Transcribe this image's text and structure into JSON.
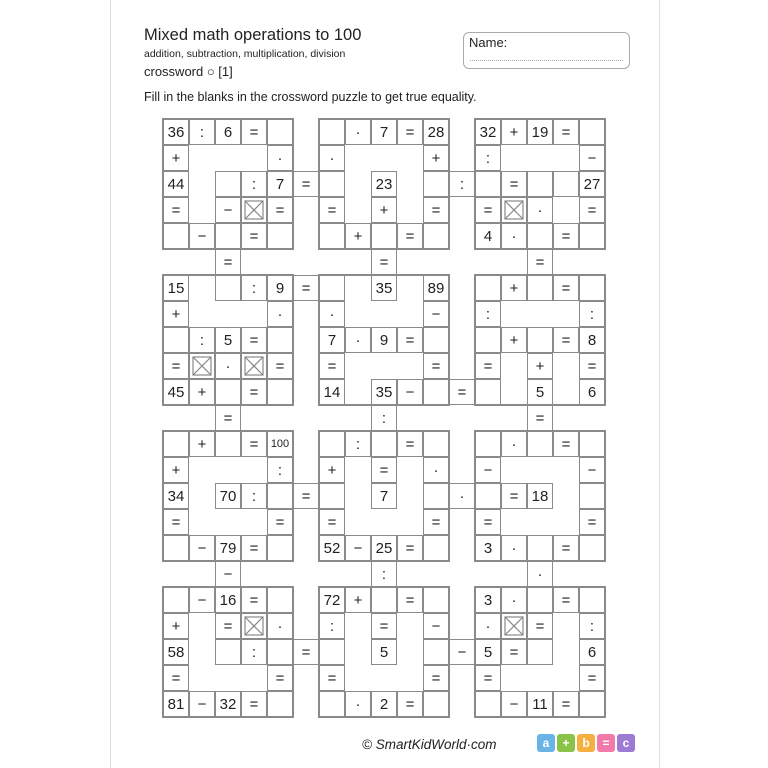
{
  "header": {
    "title": "Mixed math operations to 100",
    "subtitle": "addition, subtraction, multiplication, division",
    "crossword": "crossword ○ [1]",
    "name_label": "Name:",
    "instruction": "Fill in the blanks in the crossword puzzle to get true equality."
  },
  "footer": {
    "copyright": "© SmartKidWorld·com",
    "brand_tiles": [
      {
        "text": "a",
        "color": "#69b3e7"
      },
      {
        "text": "+",
        "color": "#8bc34a"
      },
      {
        "text": "b",
        "color": "#f5b041"
      },
      {
        "text": "=",
        "color": "#f17aa8"
      },
      {
        "text": "c",
        "color": "#9b7bd4"
      }
    ]
  },
  "grid": {
    "cells": [
      [
        0,
        0,
        "36"
      ],
      [
        0,
        1,
        ":"
      ],
      [
        0,
        2,
        "6"
      ],
      [
        0,
        3,
        "="
      ],
      [
        0,
        4,
        ""
      ],
      [
        1,
        0,
        "+"
      ],
      [
        1,
        4,
        "·"
      ],
      [
        2,
        0,
        "44"
      ],
      [
        2,
        2,
        ""
      ],
      [
        2,
        3,
        ":"
      ],
      [
        2,
        4,
        "7"
      ],
      [
        2,
        5,
        "="
      ],
      [
        2,
        6,
        ""
      ],
      [
        3,
        0,
        "="
      ],
      [
        3,
        2,
        "−"
      ],
      [
        3,
        3,
        "X"
      ],
      [
        3,
        4,
        "="
      ],
      [
        4,
        0,
        ""
      ],
      [
        4,
        1,
        "−"
      ],
      [
        4,
        2,
        ""
      ],
      [
        4,
        3,
        "="
      ],
      [
        4,
        4,
        ""
      ],
      [
        5,
        2,
        "="
      ],
      [
        6,
        0,
        "15"
      ],
      [
        6,
        2,
        ""
      ],
      [
        6,
        3,
        ":"
      ],
      [
        6,
        4,
        "9"
      ],
      [
        6,
        5,
        "="
      ],
      [
        6,
        6,
        ""
      ],
      [
        7,
        0,
        "+"
      ],
      [
        7,
        4,
        "·"
      ],
      [
        8,
        0,
        ""
      ],
      [
        8,
        1,
        ":"
      ],
      [
        8,
        2,
        "5"
      ],
      [
        8,
        3,
        "="
      ],
      [
        8,
        4,
        ""
      ],
      [
        9,
        0,
        "="
      ],
      [
        9,
        1,
        "X"
      ],
      [
        9,
        2,
        "·"
      ],
      [
        9,
        3,
        "X"
      ],
      [
        9,
        4,
        "="
      ],
      [
        10,
        0,
        "45"
      ],
      [
        10,
        1,
        "+"
      ],
      [
        10,
        2,
        ""
      ],
      [
        10,
        3,
        "="
      ],
      [
        10,
        4,
        ""
      ],
      [
        11,
        2,
        "="
      ],
      [
        12,
        0,
        ""
      ],
      [
        12,
        1,
        "+"
      ],
      [
        12,
        2,
        ""
      ],
      [
        12,
        3,
        "="
      ],
      [
        12,
        4,
        "100"
      ],
      [
        13,
        0,
        "+"
      ],
      [
        13,
        4,
        ":"
      ],
      [
        14,
        0,
        "34"
      ],
      [
        14,
        2,
        "70"
      ],
      [
        14,
        3,
        ":"
      ],
      [
        14,
        4,
        ""
      ],
      [
        14,
        5,
        "="
      ],
      [
        14,
        6,
        ""
      ],
      [
        15,
        0,
        "="
      ],
      [
        15,
        4,
        "="
      ],
      [
        16,
        0,
        ""
      ],
      [
        16,
        1,
        "−"
      ],
      [
        16,
        2,
        "79"
      ],
      [
        16,
        3,
        "="
      ],
      [
        16,
        4,
        ""
      ],
      [
        17,
        2,
        "−"
      ],
      [
        18,
        0,
        ""
      ],
      [
        18,
        1,
        "−"
      ],
      [
        18,
        2,
        "16"
      ],
      [
        18,
        3,
        "="
      ],
      [
        18,
        4,
        ""
      ],
      [
        19,
        0,
        "+"
      ],
      [
        19,
        2,
        "="
      ],
      [
        19,
        3,
        "X"
      ],
      [
        19,
        4,
        "·"
      ],
      [
        20,
        0,
        "58"
      ],
      [
        20,
        2,
        ""
      ],
      [
        20,
        3,
        ":"
      ],
      [
        20,
        4,
        ""
      ],
      [
        20,
        5,
        "="
      ],
      [
        20,
        6,
        ""
      ],
      [
        21,
        0,
        "="
      ],
      [
        21,
        4,
        "="
      ],
      [
        22,
        0,
        "81"
      ],
      [
        22,
        1,
        "−"
      ],
      [
        22,
        2,
        "32"
      ],
      [
        22,
        3,
        "="
      ],
      [
        22,
        4,
        ""
      ],
      [
        0,
        6,
        ""
      ],
      [
        0,
        7,
        "·"
      ],
      [
        0,
        8,
        "7"
      ],
      [
        0,
        9,
        "="
      ],
      [
        0,
        10,
        "28"
      ],
      [
        1,
        6,
        "·"
      ],
      [
        1,
        10,
        "+"
      ],
      [
        2,
        8,
        "23"
      ],
      [
        2,
        10,
        ""
      ],
      [
        2,
        11,
        ":"
      ],
      [
        2,
        12,
        ""
      ],
      [
        3,
        6,
        "="
      ],
      [
        3,
        8,
        "+"
      ],
      [
        3,
        10,
        "="
      ],
      [
        4,
        6,
        ""
      ],
      [
        4,
        7,
        "+"
      ],
      [
        4,
        8,
        ""
      ],
      [
        4,
        9,
        "="
      ],
      [
        4,
        10,
        ""
      ],
      [
        5,
        8,
        "="
      ],
      [
        6,
        8,
        "35"
      ],
      [
        6,
        10,
        "89"
      ],
      [
        7,
        6,
        "·"
      ],
      [
        7,
        10,
        "−"
      ],
      [
        8,
        6,
        "7"
      ],
      [
        8,
        7,
        "·"
      ],
      [
        8,
        8,
        "9"
      ],
      [
        8,
        9,
        "="
      ],
      [
        8,
        10,
        ""
      ],
      [
        9,
        6,
        "="
      ],
      [
        9,
        10,
        "="
      ],
      [
        10,
        6,
        "14"
      ],
      [
        10,
        8,
        "35"
      ],
      [
        10,
        9,
        "−"
      ],
      [
        10,
        10,
        ""
      ],
      [
        10,
        11,
        "="
      ],
      [
        10,
        12,
        ""
      ],
      [
        11,
        8,
        ":"
      ],
      [
        12,
        6,
        ""
      ],
      [
        12,
        7,
        ":"
      ],
      [
        12,
        8,
        ""
      ],
      [
        12,
        9,
        "="
      ],
      [
        12,
        10,
        ""
      ],
      [
        13,
        6,
        "+"
      ],
      [
        13,
        8,
        "="
      ],
      [
        13,
        10,
        "·"
      ],
      [
        14,
        8,
        "7"
      ],
      [
        14,
        10,
        ""
      ],
      [
        14,
        11,
        "·"
      ],
      [
        14,
        12,
        ""
      ],
      [
        15,
        6,
        "="
      ],
      [
        15,
        10,
        "="
      ],
      [
        16,
        6,
        "52"
      ],
      [
        16,
        7,
        "−"
      ],
      [
        16,
        8,
        "25"
      ],
      [
        16,
        9,
        "="
      ],
      [
        16,
        10,
        ""
      ],
      [
        17,
        8,
        ":"
      ],
      [
        18,
        6,
        "72"
      ],
      [
        18,
        7,
        "+"
      ],
      [
        18,
        8,
        ""
      ],
      [
        18,
        9,
        "="
      ],
      [
        18,
        10,
        ""
      ],
      [
        19,
        6,
        ":"
      ],
      [
        19,
        8,
        "="
      ],
      [
        19,
        10,
        "−"
      ],
      [
        20,
        8,
        "5"
      ],
      [
        20,
        10,
        ""
      ],
      [
        20,
        11,
        "−"
      ],
      [
        20,
        12,
        "5"
      ],
      [
        21,
        6,
        "="
      ],
      [
        21,
        10,
        "="
      ],
      [
        22,
        6,
        ""
      ],
      [
        22,
        7,
        "·"
      ],
      [
        22,
        8,
        "2"
      ],
      [
        22,
        9,
        "="
      ],
      [
        22,
        10,
        ""
      ],
      [
        0,
        12,
        "32"
      ],
      [
        0,
        13,
        "+"
      ],
      [
        0,
        14,
        "19"
      ],
      [
        0,
        15,
        "="
      ],
      [
        0,
        16,
        ""
      ],
      [
        1,
        12,
        ":"
      ],
      [
        1,
        16,
        "−"
      ],
      [
        2,
        13,
        "="
      ],
      [
        2,
        14,
        ""
      ],
      [
        2,
        15,
        ""
      ],
      [
        2,
        16,
        "27"
      ],
      [
        3,
        12,
        "="
      ],
      [
        3,
        13,
        "X"
      ],
      [
        3,
        14,
        "·"
      ],
      [
        3,
        16,
        "="
      ],
      [
        4,
        12,
        "4"
      ],
      [
        4,
        13,
        "·"
      ],
      [
        4,
        14,
        ""
      ],
      [
        4,
        15,
        "="
      ],
      [
        4,
        16,
        ""
      ],
      [
        5,
        14,
        "="
      ],
      [
        6,
        12,
        ""
      ],
      [
        6,
        13,
        "+"
      ],
      [
        6,
        14,
        ""
      ],
      [
        6,
        15,
        "="
      ],
      [
        6,
        16,
        ""
      ],
      [
        7,
        12,
        ":"
      ],
      [
        7,
        16,
        ":"
      ],
      [
        8,
        12,
        ""
      ],
      [
        8,
        13,
        "+"
      ],
      [
        8,
        14,
        ""
      ],
      [
        8,
        15,
        "="
      ],
      [
        8,
        16,
        "8"
      ],
      [
        9,
        12,
        "="
      ],
      [
        9,
        14,
        "+"
      ],
      [
        9,
        16,
        "="
      ],
      [
        10,
        12,
        ""
      ],
      [
        10,
        14,
        "5"
      ],
      [
        10,
        16,
        "6"
      ],
      [
        11,
        14,
        "="
      ],
      [
        12,
        12,
        ""
      ],
      [
        12,
        13,
        "·"
      ],
      [
        12,
        14,
        ""
      ],
      [
        12,
        15,
        "="
      ],
      [
        12,
        16,
        ""
      ],
      [
        13,
        12,
        "−"
      ],
      [
        13,
        16,
        "−"
      ],
      [
        14,
        13,
        "="
      ],
      [
        14,
        14,
        "18"
      ],
      [
        14,
        16,
        ""
      ],
      [
        15,
        12,
        "="
      ],
      [
        15,
        16,
        "="
      ],
      [
        16,
        12,
        "3"
      ],
      [
        16,
        13,
        "·"
      ],
      [
        16,
        14,
        ""
      ],
      [
        16,
        15,
        "="
      ],
      [
        16,
        16,
        ""
      ],
      [
        17,
        14,
        "·"
      ],
      [
        18,
        12,
        "3"
      ],
      [
        18,
        13,
        "·"
      ],
      [
        18,
        14,
        ""
      ],
      [
        18,
        15,
        "="
      ],
      [
        18,
        16,
        ""
      ],
      [
        19,
        12,
        "·"
      ],
      [
        19,
        13,
        "X"
      ],
      [
        19,
        14,
        "="
      ],
      [
        19,
        16,
        ":"
      ],
      [
        20,
        13,
        "="
      ],
      [
        20,
        14,
        ""
      ],
      [
        20,
        16,
        "6"
      ],
      [
        21,
        12,
        "="
      ],
      [
        21,
        16,
        "="
      ],
      [
        22,
        12,
        ""
      ],
      [
        22,
        13,
        "−"
      ],
      [
        22,
        14,
        "11"
      ],
      [
        22,
        15,
        "="
      ],
      [
        22,
        16,
        ""
      ]
    ],
    "walls": [
      [
        0,
        0,
        5,
        5
      ],
      [
        0,
        6,
        5,
        5
      ],
      [
        0,
        12,
        5,
        5
      ],
      [
        6,
        0,
        5,
        5
      ],
      [
        6,
        6,
        5,
        5
      ],
      [
        6,
        12,
        5,
        5
      ],
      [
        12,
        0,
        5,
        5
      ],
      [
        12,
        6,
        5,
        5
      ],
      [
        12,
        12,
        5,
        5
      ],
      [
        18,
        0,
        5,
        5
      ],
      [
        18,
        6,
        5,
        5
      ],
      [
        18,
        12,
        5,
        5
      ]
    ]
  }
}
